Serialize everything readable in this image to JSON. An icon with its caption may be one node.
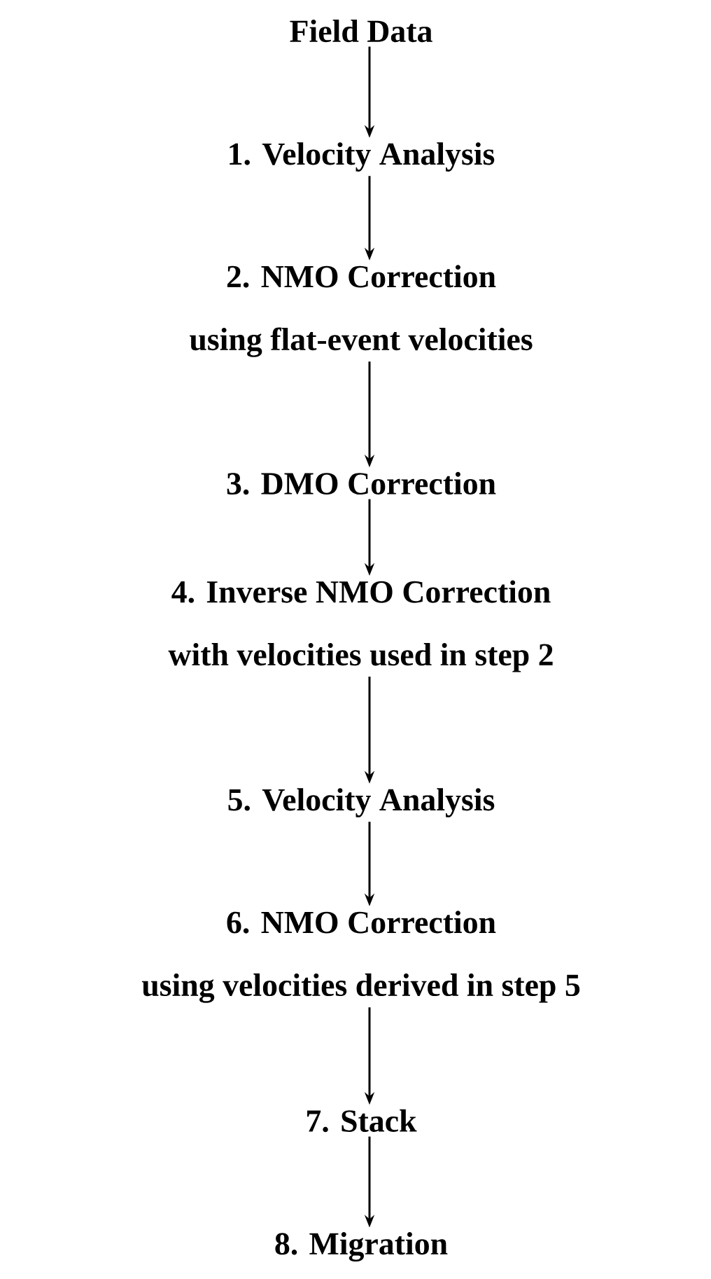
{
  "diagram": {
    "nodes": [
      {
        "text": [
          "Field Data"
        ]
      },
      {
        "text": [
          "1. Velocity Analysis"
        ]
      },
      {
        "text": [
          "2. NMO Correction",
          "using flat-event velocities"
        ]
      },
      {
        "text": [
          "3. DMO Correction"
        ]
      },
      {
        "text": [
          "4. Inverse NMO Correction",
          "with velocities used in step 2"
        ]
      },
      {
        "text": [
          "5. Velocity Analysis"
        ]
      },
      {
        "text": [
          "6. NMO Correction",
          "using velocities derived in step 5"
        ]
      },
      {
        "text": [
          "7. Stack"
        ]
      },
      {
        "text": [
          "8. Migration"
        ]
      }
    ],
    "edges": [
      {
        "from": 0,
        "to": 1,
        "arrow": "to"
      },
      {
        "from": 1,
        "to": 2,
        "arrow": "to"
      },
      {
        "from": 2,
        "to": 3,
        "arrow": "to"
      },
      {
        "from": 3,
        "to": 4,
        "arrow": "to"
      },
      {
        "from": 4,
        "to": 5,
        "arrow": "to"
      },
      {
        "from": 5,
        "to": 6,
        "arrow": "to"
      },
      {
        "from": 6,
        "to": 7,
        "arrow": "to"
      },
      {
        "from": 7,
        "to": 8,
        "arrow": "to"
      }
    ]
  }
}
